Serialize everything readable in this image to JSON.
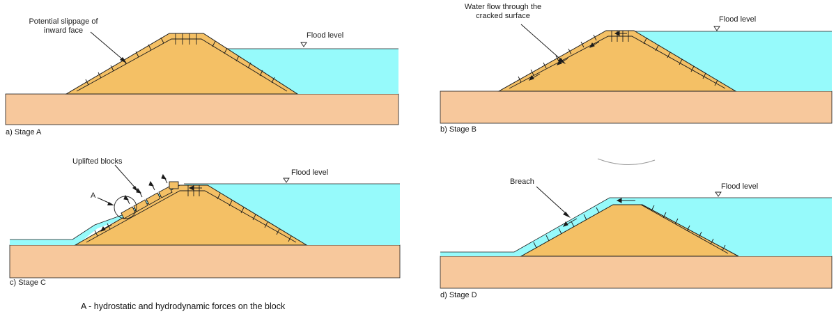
{
  "panels": [
    {
      "caption": "a) Stage A",
      "callout": "Potential slippage of\ninward face",
      "flood": "Flood level"
    },
    {
      "caption": "b) Stage B",
      "callout": "Water flow through the\ncracked surface",
      "flood": "Flood level"
    },
    {
      "caption": "c) Stage C",
      "callout": "Uplifted blocks",
      "marker": "A",
      "flood": "Flood level"
    },
    {
      "caption": "d) Stage D",
      "callout": "Breach",
      "flood": "Flood level"
    }
  ],
  "footnote": "A - hydrostatic and hydrodynamic forces on the block",
  "colors": {
    "ground": "#F7C89C",
    "embankment": "#F4C065",
    "water": "#96FAFB",
    "line": "#1b1b1b"
  }
}
